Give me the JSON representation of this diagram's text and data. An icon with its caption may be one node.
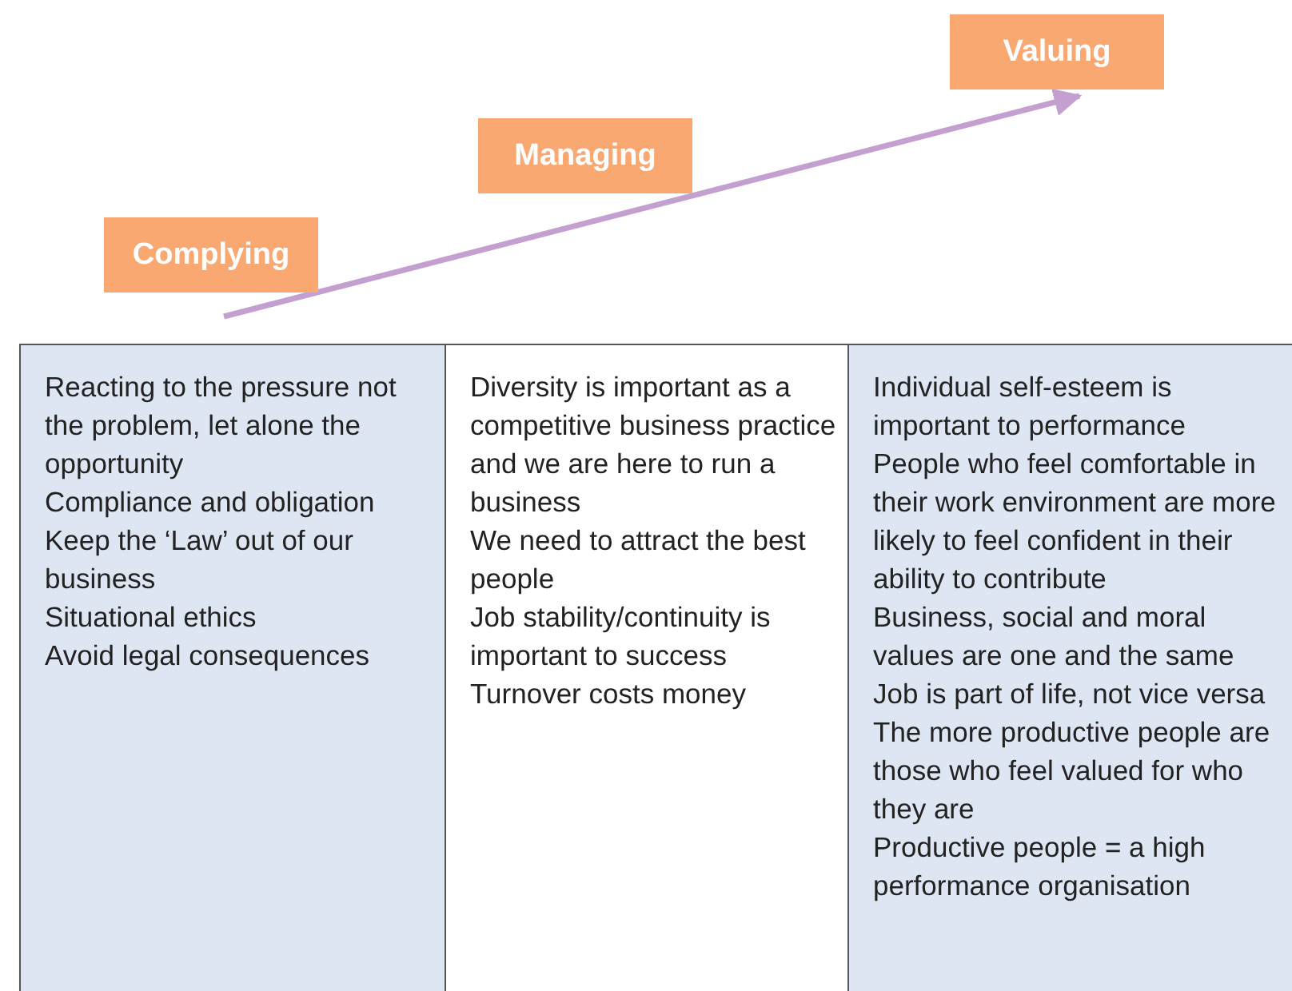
{
  "diagram": {
    "nodes": [
      {
        "text": [
          "Complying"
        ]
      },
      {
        "text": [
          "Managing"
        ]
      },
      {
        "text": [
          "Valuing"
        ]
      },
      {
        "text": [
          "Reacting to the pressure not the problem, let alone the opportunity",
          "Compliance and obligation",
          "Keep the ‘Law’ out of our business",
          "Situational ethics",
          "Avoid legal consequences"
        ]
      },
      {
        "text": [
          "Diversity is important as a competitive business practice and we are here to run a business",
          "We need to attract the best people",
          "Job stability/continuity is important to success",
          "Turnover costs money"
        ]
      },
      {
        "text": [
          "Individual self-esteem is important to performance",
          "People who feel comfortable in their work environment are more likely to feel confident in their ability to contribute",
          "Business, social and moral values are one and the same",
          "Job is part of life, not vice versa",
          "The more productive people are those who feel valued for who they are",
          "Productive people = a high performance organisation"
        ]
      }
    ],
    "edges": []
  }
}
